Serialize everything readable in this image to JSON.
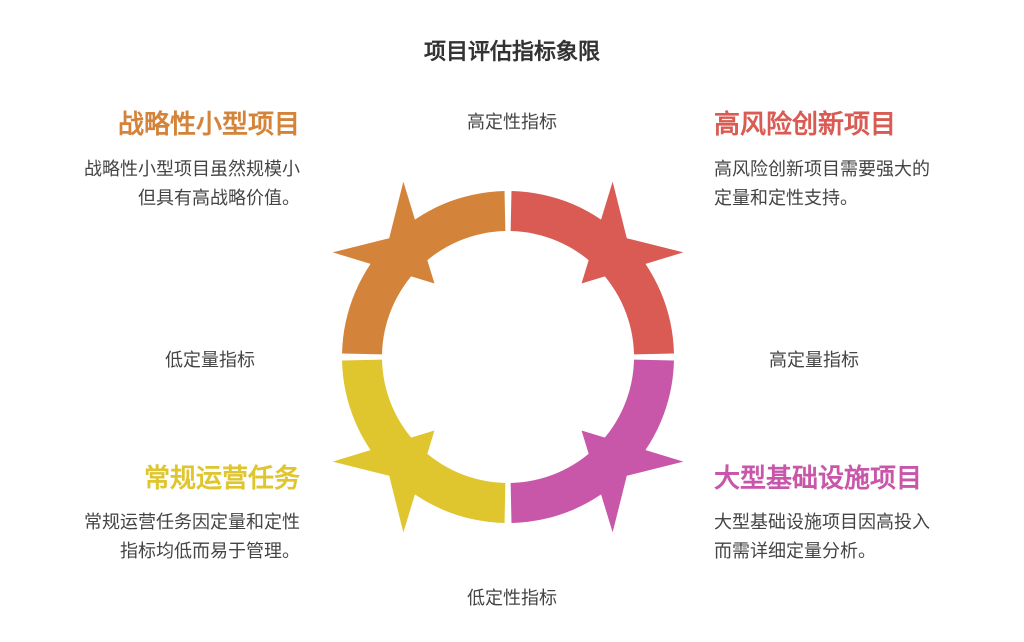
{
  "title": "项目评估指标象限",
  "axes": {
    "top": "高定性指标",
    "bottom": "低定性指标",
    "left": "低定量指标",
    "right": "高定量指标"
  },
  "quadrants": {
    "top_left": {
      "title": "战略性小型项目",
      "desc_lines": [
        "战略性小型项目虽然规模小",
        "但具有高战略价值。"
      ],
      "color": "#D4843A"
    },
    "top_right": {
      "title": "高风险创新项目",
      "desc_lines": [
        "高风险创新项目需要强大的",
        "定量和定性支持。"
      ],
      "color": "#D95B53"
    },
    "bottom_left": {
      "title": "常规运营任务",
      "desc_lines": [
        "常规运营任务因定量和定性",
        "指标均低而易于管理。"
      ],
      "color": "#DFC52E"
    },
    "bottom_right": {
      "title": "大型基础设施项目",
      "desc_lines": [
        "大型基础设施项目因高投入",
        "而需详细定量分析。"
      ],
      "color": "#C857A9"
    }
  }
}
